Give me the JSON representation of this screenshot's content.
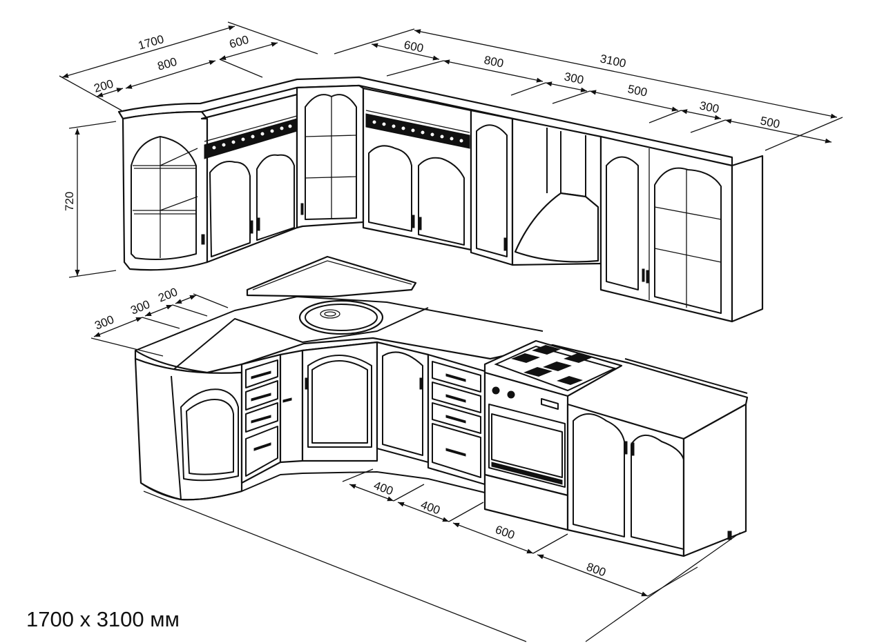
{
  "caption": "1700 x 3100 мм",
  "dimensions": {
    "upper_left_total": "1700",
    "upper_left_corner": "200",
    "upper_left_middle": "800",
    "upper_left_end": "600",
    "upper_height": "720",
    "upper_right_total": "3100",
    "upper_right_a": "600",
    "upper_right_b": "800",
    "upper_right_c": "300",
    "upper_right_d": "500",
    "upper_right_e": "300",
    "upper_right_f": "500",
    "lower_left_a": "300",
    "lower_left_b": "300",
    "lower_left_c": "200",
    "lower_right_a": "400",
    "lower_right_b": "400",
    "lower_right_c": "600",
    "lower_right_d": "800"
  }
}
